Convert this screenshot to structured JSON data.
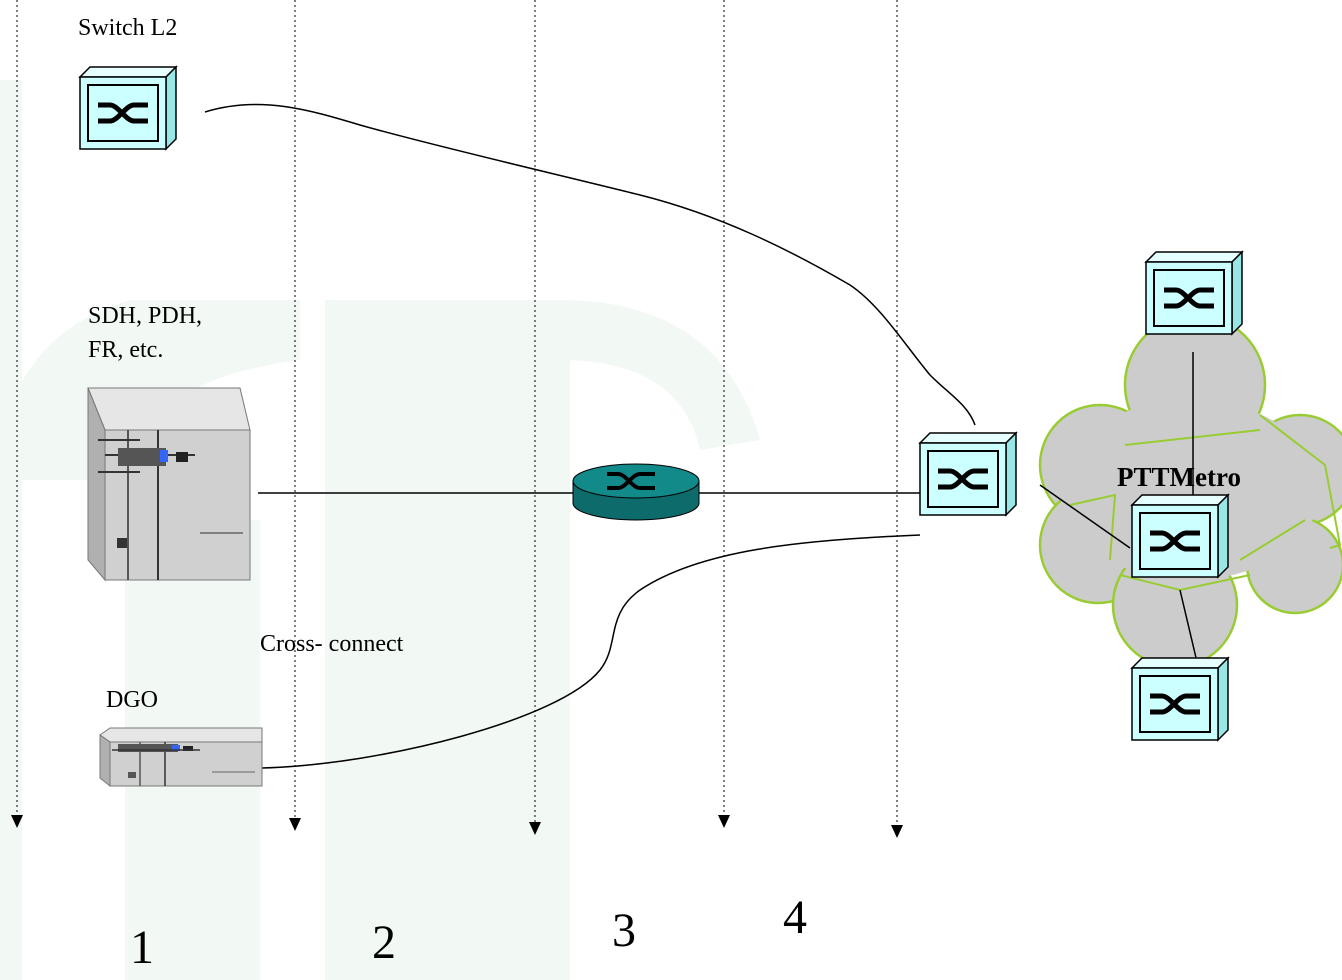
{
  "labels": {
    "switch_l2": "Switch L2",
    "sdh_line1": "SDH, PDH,",
    "sdh_line2": "FR, etc.",
    "cross_connect": "Cross- connect",
    "dgo": "DGO",
    "cloud": "PTTMetro"
  },
  "columns": [
    "1",
    "2",
    "3",
    "4"
  ],
  "icons": {
    "switch": "layer2-switch-cube-icon",
    "router": "router-disc-icon",
    "equipment": "telecom-rack-icon",
    "cloud": "network-cloud-icon"
  },
  "colors": {
    "switch_fill": "#ccffff",
    "switch_side": "#99e6e6",
    "router_fill": "#138a8a",
    "cloud_fill": "#cccccc",
    "cloud_stroke": "#99cc33",
    "watermark": "#f2f8f4"
  }
}
